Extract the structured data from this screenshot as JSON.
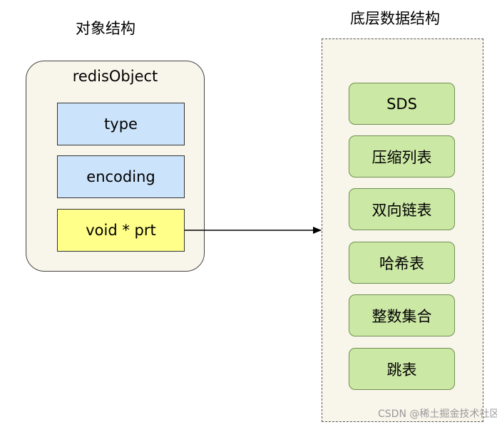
{
  "left_heading": "对象结构",
  "right_heading": "底层数据结构",
  "redis_object": {
    "title": "redisObject",
    "fields": [
      "type",
      "encoding",
      "void * prt"
    ]
  },
  "data_structures": [
    "SDS",
    "压缩列表",
    "双向链表",
    "哈希表",
    "整数集合",
    "跳表"
  ],
  "watermark": "CSDN @稀土掘金技术社区"
}
